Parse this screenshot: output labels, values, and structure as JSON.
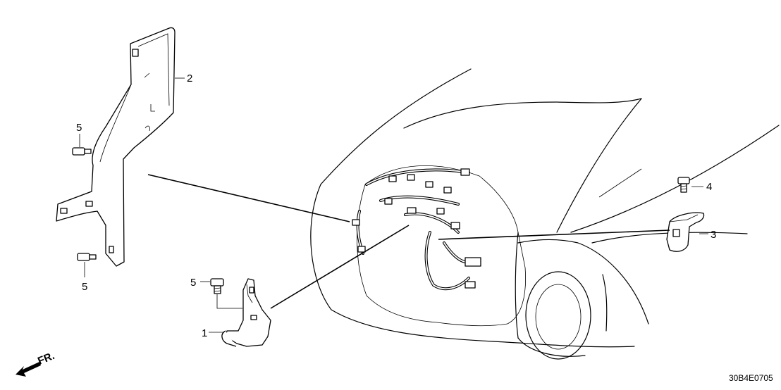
{
  "callouts": {
    "c1": "1",
    "c2": "2",
    "c3": "3",
    "c4": "4",
    "c5a": "5",
    "c5b": "5",
    "c5c": "5"
  },
  "direction": {
    "label": "FR."
  },
  "diagram_code": "30B4E0705"
}
